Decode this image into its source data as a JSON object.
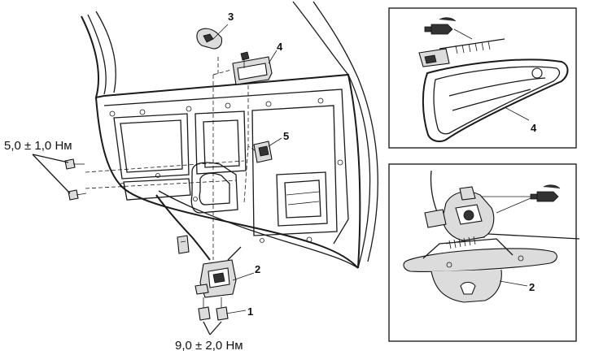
{
  "labels": {
    "part1": "1",
    "part2": "2",
    "part3": "3",
    "part4": "4",
    "part5": "5",
    "inset_top_part": "4",
    "inset_bottom_part": "2"
  },
  "torques": {
    "upper": "5,0 ± 1,0 Нм",
    "lower": "9,0 ± 2,0 Нм"
  },
  "icons": {
    "grease": "grease-tube-icon"
  },
  "colors": {
    "ink": "#111111",
    "paper": "#ffffff"
  }
}
